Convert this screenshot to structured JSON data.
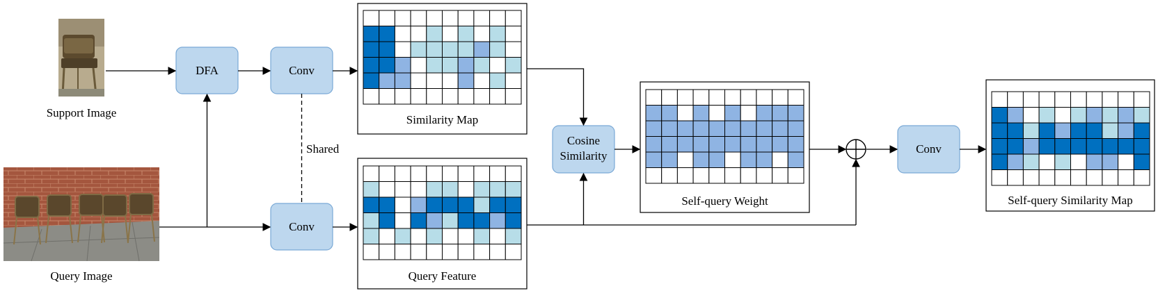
{
  "colors": {
    "block_fill": "#bdd7ee",
    "block_stroke": "#7aa9d6",
    "light": "#b7dde8",
    "medium": "#8fb4e3",
    "dark": "#0070c0",
    "empty": "#ffffff",
    "grid_line": "#000000"
  },
  "images": {
    "support": {
      "label": "Support Image",
      "subject": "single brown chair against a wall"
    },
    "query": {
      "label": "Query Image",
      "subject": "row of brown chairs in front of a brick wall"
    }
  },
  "blocks": {
    "dfa": "DFA",
    "conv_top": "Conv",
    "conv_bottom": "Conv",
    "cosine_line1": "Cosine",
    "cosine_line2": "Similarity",
    "conv_final": "Conv"
  },
  "shared_label": "Shared",
  "panels": {
    "similarity_map": {
      "label": "Similarity Map",
      "cells": [
        "0000000000",
        "3300101010",
        "3301111210",
        "3320112101",
        "3220002010",
        "0000000000"
      ]
    },
    "query_feature": {
      "label": "Query Feature",
      "cells": [
        "0000000000",
        "1000110111",
        "3302333133",
        "1303213323",
        "1010100101",
        "0000000000"
      ]
    },
    "self_query_weight": {
      "label": "Self-query Weight",
      "cells": [
        "0000000000",
        "2202020222",
        "2222222222",
        "2222222222",
        "2202202202",
        "0000000000"
      ]
    },
    "self_query_similarity_map": {
      "label": "Self-query Similarity Map",
      "cells": [
        "0000000000",
        "3201012121",
        "3313233123",
        "3323333333",
        "3210102203",
        "0000000000"
      ]
    }
  },
  "operators": {
    "sum": "⊕"
  }
}
